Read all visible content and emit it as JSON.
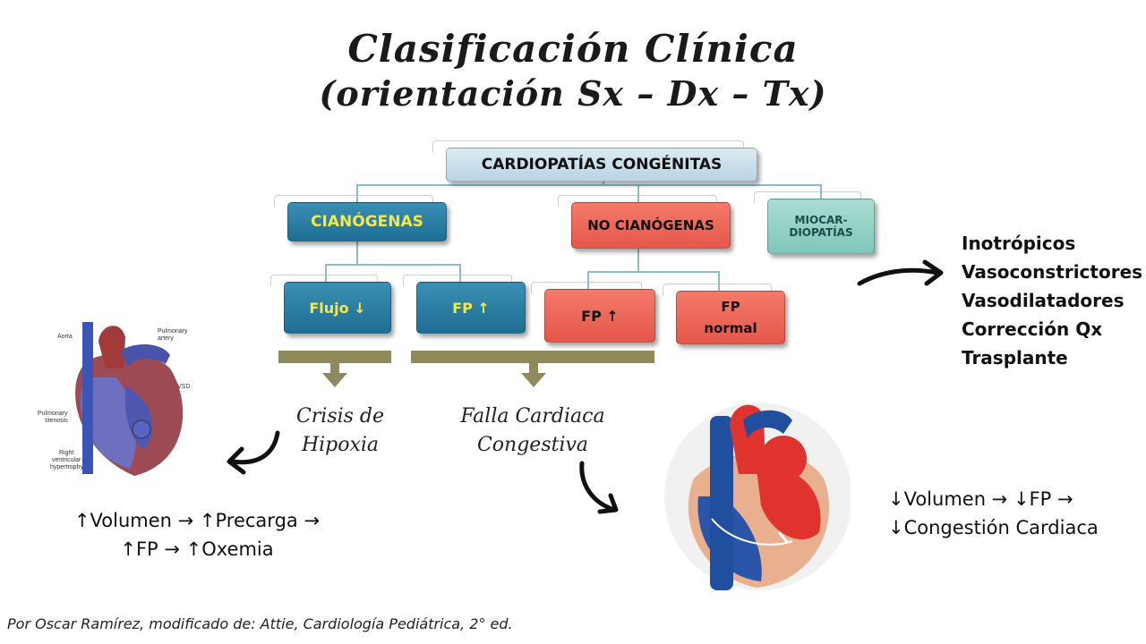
{
  "title": {
    "line1": "Clasificación Clínica",
    "line2": "(orientación Sx – Dx – Tx)"
  },
  "diagram": {
    "root": "CARDIOPATÍAS CONGÉNITAS",
    "cianogenas": "CIANÓGENAS",
    "no_cianogenas": "NO CIANÓGENAS",
    "miocardiopatias_1": "MIOCAR-",
    "miocardiopatias_2": "DIOPATÍAS",
    "flujo_down": "Flujo ↓",
    "fp_up_blue": "FP ↑",
    "fp_up_red": "FP ↑",
    "fp_normal_1": "FP",
    "fp_normal_2": "normal"
  },
  "outcomes": {
    "crisis_1": "Crisis de",
    "crisis_2": "Hipoxia",
    "falla_1": "Falla Cardiaca",
    "falla_2": "Congestiva"
  },
  "treatment": [
    "Inotrópicos",
    "Vasoconstrictores",
    "Vasodilatadores",
    "Corrección Qx",
    "Trasplante"
  ],
  "left_equation": {
    "line1": "↑Volumen → ↑Precarga →",
    "line2": "↑FP → ↑Oxemia"
  },
  "right_equation": {
    "line1": "↓Volumen → ↓FP →",
    "line2": "↓Congestión Cardiaca"
  },
  "heart_left_labels": {
    "aorta": "Aorta",
    "pulm_artery_1": "Pulmonary",
    "pulm_artery_2": "artery",
    "vsd": "VSD",
    "pulm_stenosis_1": "Pulmonary",
    "pulm_stenosis_2": "stenosis",
    "rvh_1": "Right",
    "rvh_2": "ventricular",
    "rvh_3": "hypertrophy"
  },
  "credit": "Por Oscar Ramírez, modificado de: Attie, Cardiología Pediátrica, 2° ed.",
  "colors": {
    "blue_box": "#2a7fa6",
    "red_box": "#ee6656",
    "teal_box": "#8fcfc3",
    "connector": "#8fb9cc",
    "bracket": "#8f8a5c"
  }
}
